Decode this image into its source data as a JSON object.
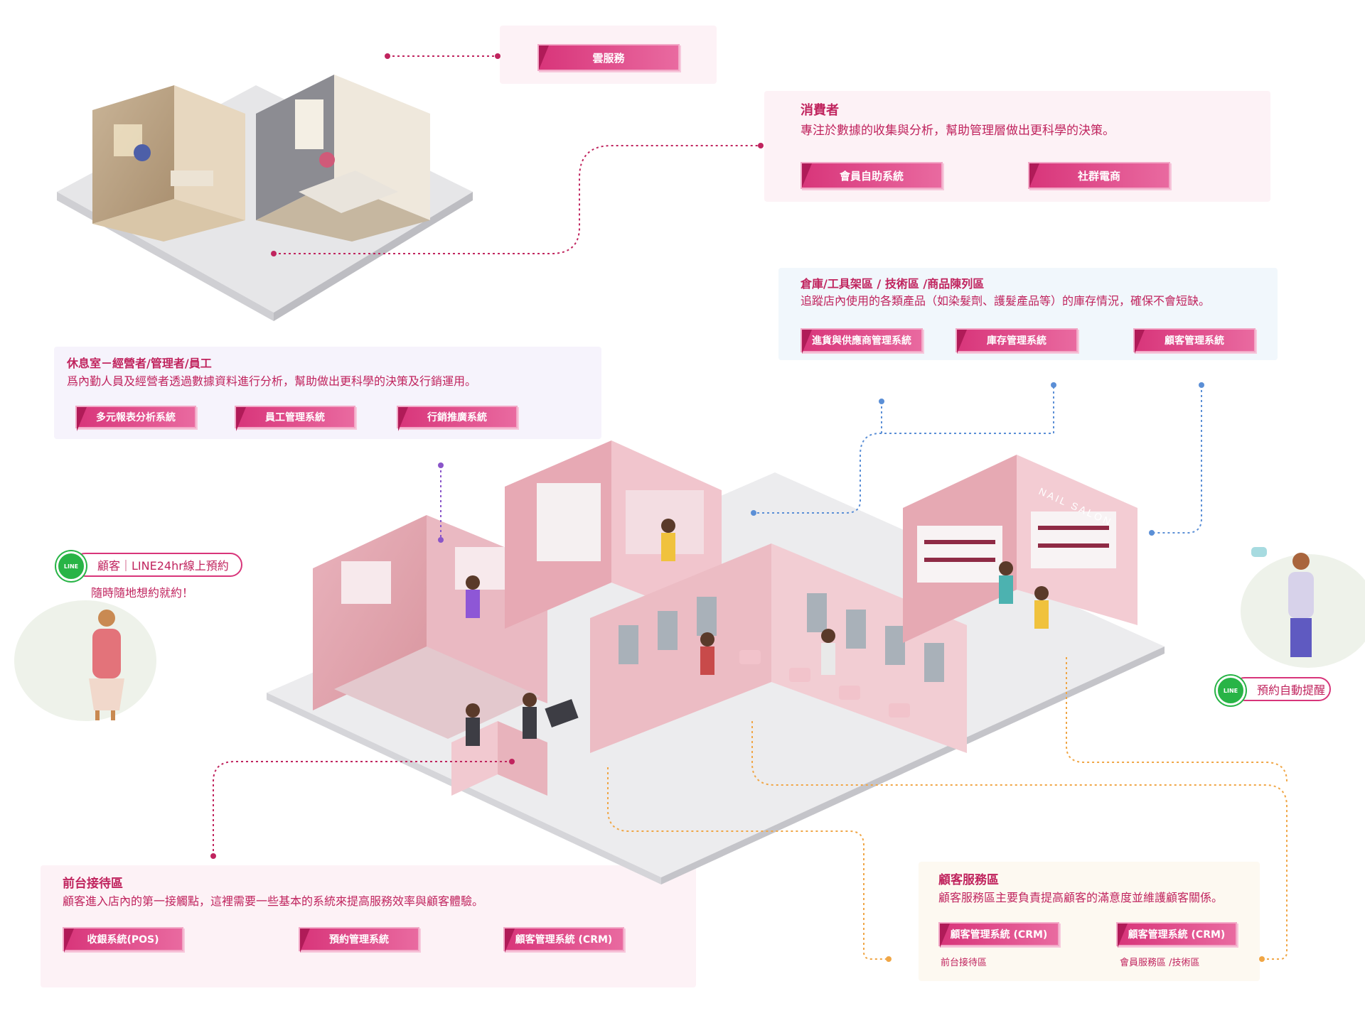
{
  "cloud": {
    "tag": "雲服務"
  },
  "consumer": {
    "title": "消費者",
    "desc": "專注於數據的收集與分析，幫助管理層做出更科學的決策。",
    "tags": [
      "會員自助系統",
      "社群電商"
    ]
  },
  "warehouse": {
    "title": "倉庫/工具架區 / 技術區 /商品陳列區",
    "desc": "追蹤店內使用的各類產品（如染髮劑、護髮產品等）的庫存情況，確保不會短缺。",
    "tags": [
      "進貨與供應商管理系統",
      "庫存管理系統",
      "顧客管理系統"
    ]
  },
  "lounge": {
    "title": "休息室－經營者/管理者/員工",
    "desc": "爲內勤人員及經營者透過數據資料進行分析，幫助做出更科學的決策及行銷運用。",
    "tags": [
      "多元報表分析系統",
      "員工管理系統",
      "行銷推廣系統"
    ]
  },
  "customer": {
    "line_badge": "LINE",
    "label": "顧客｜LINE24hr線上預約",
    "note": "隨時隨地想約就約！"
  },
  "reminder": {
    "line_badge": "LINE",
    "label": "預約自動提醒"
  },
  "front_desk": {
    "title": "前台接待區",
    "desc": "顧客進入店內的第一接觸點，這裡需要一些基本的系統來提高服務效率與顧客體驗。",
    "tags": [
      "收銀系統(POS)",
      "預約管理系統",
      "顧客管理系統 (CRM)"
    ]
  },
  "service": {
    "title": "顧客服務區",
    "desc": "顧客服務區主要負責提高顧客的滿意度並維護顧客關係。",
    "tags": [
      "顧客管理系統 (CRM)",
      "顧客管理系統 (CRM)"
    ],
    "sublabels": [
      "前台接待區",
      "會員服務區 /技術區"
    ]
  },
  "salon_sign": "NAIL SALON",
  "colors": {
    "accent": "#d8357a",
    "dot_pink": "#c0245e",
    "dot_blue": "#5b8fd6",
    "dot_purple": "#8a55c9",
    "dot_orange": "#f0a646",
    "line_green": "#28b446"
  }
}
